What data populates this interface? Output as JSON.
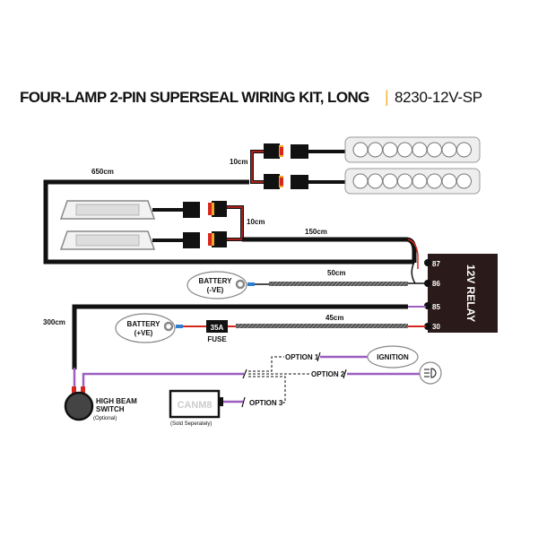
{
  "title": {
    "main": "FOUR-LAMP 2-PIN SUPERSEAL WIRING KIT, LONG",
    "separator": "|",
    "code": "8230-12V-SP"
  },
  "lengths": {
    "main_harness": "650cm",
    "bar_split": "10cm",
    "lamp_split": "10cm",
    "lamp_run": "150cm",
    "ground": "50cm",
    "power": "45cm",
    "switch_run": "300cm"
  },
  "relay": {
    "label": "12V RELAY",
    "pins": [
      "87",
      "86",
      "85",
      "30"
    ]
  },
  "battery_neg": {
    "line1": "BATTERY",
    "line2": "(-VE)"
  },
  "battery_pos": {
    "line1": "BATTERY",
    "line2": "(+VE)"
  },
  "fuse": {
    "rating": "35A",
    "label": "FUSE"
  },
  "switch": {
    "line1": "HIGH BEAM",
    "line2": "SWITCH",
    "note": "(Optional)"
  },
  "options": {
    "option1": "OPTION 1",
    "option2": "OPTION 2",
    "option3": "OPTION 3",
    "ignition": "IGNITION"
  },
  "canm8": {
    "label": "CANM8",
    "note": "(Sold Seperately)"
  },
  "colors": {
    "wire": "#111111",
    "red": "#d7261e",
    "purple": "#9b5fc0",
    "accent": "#f2b134",
    "relay": "#2a1a1a",
    "connector_tip": "#f5a623",
    "blue": "#2f7fd1"
  }
}
